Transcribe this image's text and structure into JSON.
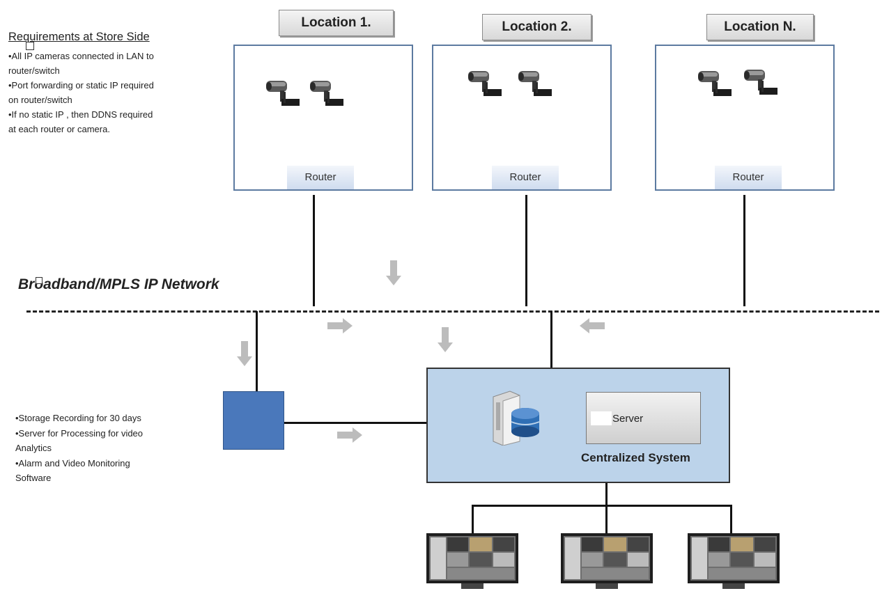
{
  "requirements": {
    "title": "Requirements at Store Side",
    "lines": [
      "•All IP cameras connected in LAN to",
      "router/switch",
      "•Port forwarding or static IP required",
      "on router/switch",
      "•If no static IP , then  DDNS required",
      "at each router or camera."
    ]
  },
  "locations": [
    {
      "label": "Location 1.",
      "router": "Router"
    },
    {
      "label": "Location 2.",
      "router": "Router"
    },
    {
      "label": "Location N.",
      "router": "Router"
    }
  ],
  "network": {
    "label": "Broadband/MPLS IP Network"
  },
  "central_features": [
    "•Storage Recording for 30 days",
    "•Server for Processing for video",
    "Analytics",
    "•Alarm and Video Monitoring",
    "Software"
  ],
  "central": {
    "server_label": "Server",
    "system_label": "Centralized System"
  },
  "icons": {
    "camera": "cctv-camera-icon",
    "server": "server-database-icon",
    "monitor": "monitor-icon",
    "arrow": "arrow-icon"
  },
  "colors": {
    "box_border": "#5c7aa0",
    "central_fill": "#bcd3ea",
    "storage_fill": "#4a78bb",
    "router_fill": "#cfdcef"
  }
}
